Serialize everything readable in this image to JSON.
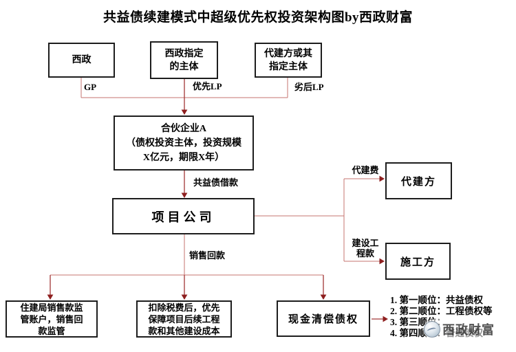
{
  "title": "共益债续建模式中超级优先权投资架构图by西政财富",
  "colors": {
    "connector_light": "#c4736f",
    "connector_dark": "#a13636",
    "arrowhead": "#8e1f1f",
    "box_border": "#1c1c1c",
    "text": "#000000"
  },
  "nodes": {
    "gp_entity": "西政",
    "priority_lp_entity": "西政指定\n的主体",
    "subordinate_lp_entity": "代建方或其\n指定主体",
    "partnership": "合伙企业A\n（债权投资主体，投资规模\nX亿元，期限X年）",
    "project_company": "项目公司",
    "agent_builder": "代建方",
    "constructor": "施工方",
    "supervision_account": "住建局销售款监\n管账户，销售回\n款监管",
    "tax_deduction": "扣除税费后，优先\n保障项目后续工程\n款和其他建设成本",
    "cash_repayment": "现金清偿债权"
  },
  "edge_labels": {
    "gp": "GP",
    "priority_lp": "优先LP",
    "subordinate_lp": "劣后LP",
    "common_benefit_loan": "共益债借款",
    "sales_collection": "销售回款",
    "agent_fee": "代建费",
    "construction_payment": "建设工\n程款"
  },
  "priority_list": [
    "1. 第一顺位：共益债权",
    "2. 第二顺位：工程债权等",
    "3. 第三顺位：",
    "4. 第四顺位：普通债权"
  ],
  "watermark": {
    "icon": "globe-logo-icon",
    "text": "西政财富"
  }
}
